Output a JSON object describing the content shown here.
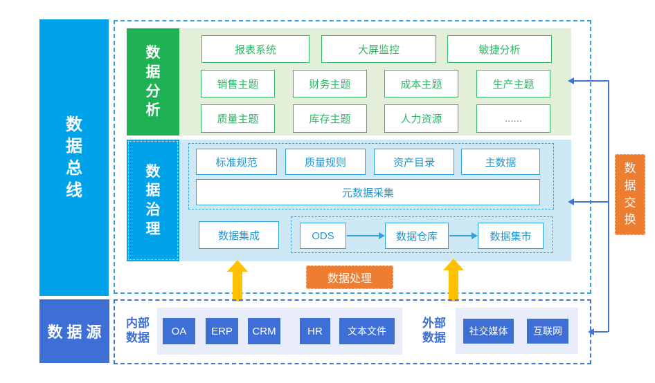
{
  "colors": {
    "cyan_bar": "#00a2e9",
    "royal_blue": "#3d6fd7",
    "green_bar": "#1eb254",
    "green_panel": "#e4efd9",
    "green_line": "#2eb566",
    "blue_panel": "#cee8f6",
    "blue_line": "#2ba3df",
    "orange": "#ed7d31",
    "yellow_arrow": "#ffc000",
    "connector_blue": "#4573d2",
    "lavender_panel": "#e9edf9"
  },
  "bus_label": "数据总线",
  "source_label": "数据源",
  "analysis": {
    "sidebar": "数据分析",
    "row1": [
      "报表系统",
      "大屏监控",
      "敏捷分析"
    ],
    "row2": [
      "销售主题",
      "财务主题",
      "成本主题",
      "生产主题"
    ],
    "row3": [
      "质量主题",
      "库存主题",
      "人力资源",
      "......"
    ]
  },
  "governance": {
    "sidebar": "数据治理",
    "standards": [
      "标准规范",
      "质量规则",
      "资产目录",
      "主数据"
    ],
    "metadata": "元数据采集",
    "integration": "数据集成",
    "pipeline": [
      "ODS",
      "数据仓库",
      "数据集市"
    ]
  },
  "processing_label": "数据处理",
  "exchange_label": "数据交换",
  "sources": {
    "internal_label": "内部数据",
    "internal": [
      "OA",
      "ERP",
      "CRM",
      "HR",
      "文本文件"
    ],
    "external_label": "外部数据",
    "external": [
      "社交媒体",
      "互联网"
    ]
  }
}
